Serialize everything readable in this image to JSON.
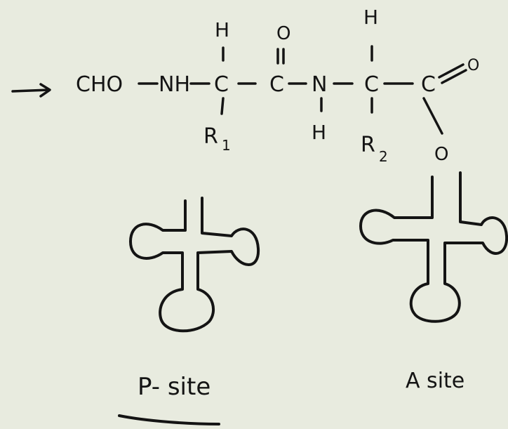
{
  "molecule": {
    "formyl_group": "CHO",
    "amide_n1": "NH",
    "alpha_c1": "C",
    "alpha_c1_h": "H",
    "side_chain_1_letter": "R",
    "side_chain_1_sub": "1",
    "carbonyl_c": "C",
    "carbonyl_o": "O",
    "peptide_n": "N",
    "peptide_n_h": "H",
    "alpha_c2": "C",
    "alpha_c2_h": "H",
    "side_chain_2_letter": "R",
    "side_chain_2_sub": "2",
    "ester_c": "C",
    "ester_o_double": "O",
    "ester_o_link": "O"
  },
  "trna_p": {
    "label": "P- site"
  },
  "trna_a": {
    "label": "A site"
  },
  "colors": {
    "background": "#e8ebdf",
    "ink": "#141414"
  }
}
